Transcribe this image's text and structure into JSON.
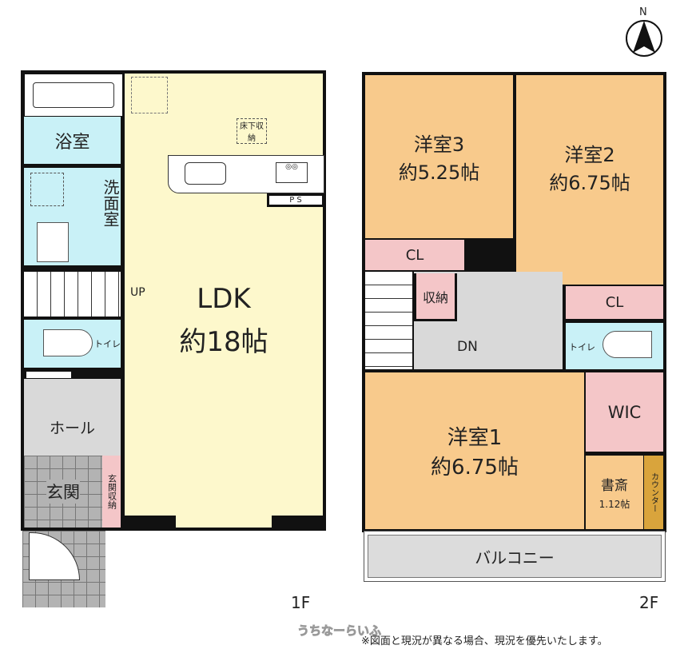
{
  "floor1": {
    "label": "1F",
    "rooms": {
      "bathroom": "浴室",
      "washroom": "洗面室",
      "toilet": "トイレ",
      "hall": "ホール",
      "entrance": "玄関",
      "entrance_storage": "玄関収納",
      "ldk_name": "LDK",
      "ldk_size": "約18帖",
      "underfloor_storage": "床下収納",
      "ps": "P S",
      "up": "UP"
    }
  },
  "floor2": {
    "label": "2F",
    "rooms": {
      "room3_name": "洋室3",
      "room3_size": "約5.25帖",
      "room2_name": "洋室2",
      "room2_size": "約6.75帖",
      "room1_name": "洋室1",
      "room1_size": "約6.75帖",
      "cl_a": "CL",
      "cl_b": "CL",
      "storage": "収納",
      "dn": "DN",
      "toilet": "トイレ",
      "wic": "WIC",
      "study_name": "書斎",
      "study_size": "1.12帖",
      "counter": "カウンター",
      "balcony": "バルコニー"
    }
  },
  "compass": "N",
  "watermark": "うちなーらいふ",
  "note": "※図面と現況が異なる場合、現況を優先いたします。"
}
